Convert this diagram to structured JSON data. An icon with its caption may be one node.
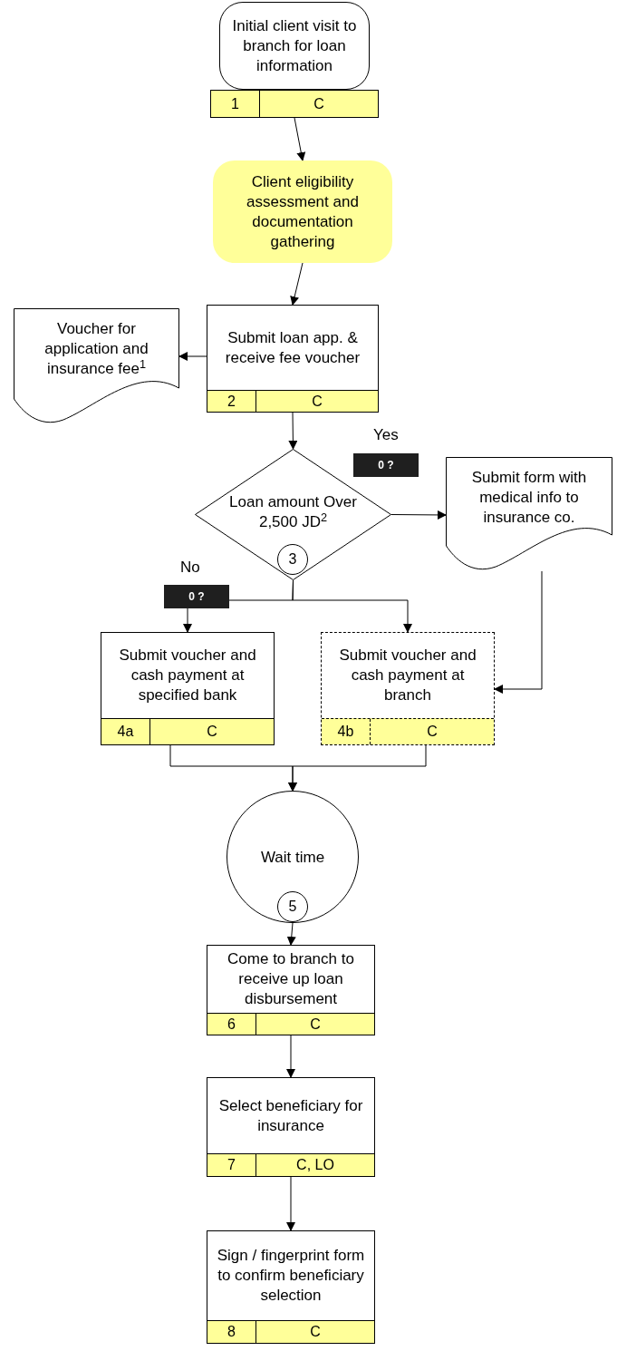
{
  "diagram": {
    "nodes": [
      {
        "text": [
          "Initial client visit to branch for loan information",
          "1",
          "C"
        ]
      },
      {
        "text": [
          "Client eligibility assessment and documentation gathering"
        ]
      },
      {
        "text": [
          "Submit loan app. & receive fee voucher",
          "2",
          "C"
        ]
      },
      {
        "text": [
          "Voucher for application and insurance fee$^{1}$"
        ]
      },
      {
        "text": [
          "Loan amount Over 2,500 JD$^{2}$",
          "3"
        ]
      },
      {
        "text": [
          "Submit form with medical info to insurance co."
        ]
      },
      {
        "text": [
          "Submit voucher and cash payment at specified bank",
          "4a",
          "C"
        ]
      },
      {
        "text": [
          "Submit voucher and cash payment at branch",
          "4b",
          "C"
        ]
      },
      {
        "text": [
          "Wait time",
          "5"
        ]
      },
      {
        "text": [
          "Come to branch to receive up loan disbursement",
          "6",
          "C"
        ]
      },
      {
        "text": [
          "Select beneficiary for insurance",
          "7",
          "C, LO"
        ]
      },
      {
        "text": [
          "Sign / fingerprint form to confirm beneficiary selection",
          "8",
          "C"
        ]
      }
    ],
    "edges": [
      {
        "from": 0,
        "to": 1,
        "arrow": "to"
      },
      {
        "from": 1,
        "to": 2,
        "arrow": "to"
      },
      {
        "from": 2,
        "to": 3,
        "arrow": "to"
      },
      {
        "from": 2,
        "to": 4,
        "arrow": "to"
      },
      {
        "from": 4,
        "to": 5,
        "arrow": "to",
        "label": "Yes"
      },
      {
        "from": 4,
        "to": 6,
        "arrow": "to",
        "label": "No"
      },
      {
        "from": 4,
        "to": 7,
        "arrow": "to"
      },
      {
        "from": 5,
        "to": 7,
        "arrow": "to"
      },
      {
        "from": 6,
        "to": 8,
        "arrow": "to"
      },
      {
        "from": 7,
        "to": 8,
        "arrow": "to"
      },
      {
        "from": 8,
        "to": 9,
        "arrow": "to"
      },
      {
        "from": 9,
        "to": 10,
        "arrow": "to"
      },
      {
        "from": 10,
        "to": 11,
        "arrow": "to"
      }
    ],
    "labels": [
      "0 ?",
      "0 ?"
    ]
  }
}
